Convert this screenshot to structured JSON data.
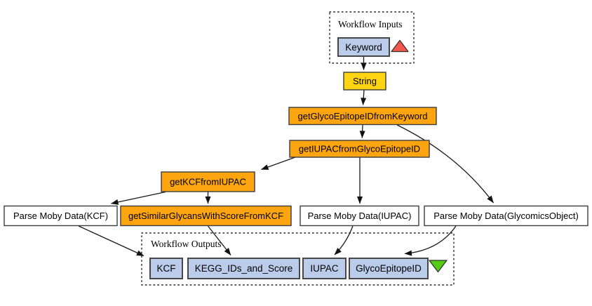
{
  "diagram": {
    "inputs_group": {
      "label": "Workflow Inputs"
    },
    "outputs_group": {
      "label": "Workflow Outputs"
    },
    "nodes": {
      "keyword": {
        "label": "Keyword"
      },
      "string": {
        "label": "String"
      },
      "get_glyco_epitope_id_from_keyword": {
        "label": "getGlycoEpitopeIDfromKeyword"
      },
      "get_iupac_from_glyco_epitope_id": {
        "label": "getIUPACfromGlycoEpitopeID"
      },
      "get_kcf_from_iupac": {
        "label": "getKCFfromIUPAC"
      },
      "parse_moby_data_kcf": {
        "label": "Parse Moby Data(KCF)"
      },
      "get_similar_glycans_with_score_from_kcf": {
        "label": "getSimilarGlycansWithScoreFromKCF"
      },
      "parse_moby_data_iupac": {
        "label": "Parse Moby Data(IUPAC)"
      },
      "parse_moby_data_glycomics_object": {
        "label": "Parse Moby Data(GlycomicsObject)"
      },
      "kcf_output": {
        "label": "KCF"
      },
      "kegg_ids_and_score_output": {
        "label": "KEGG_IDs_and_Score"
      },
      "iupac_output": {
        "label": "IUPAC"
      },
      "glyco_epitope_id_output": {
        "label": "GlycoEpitopeID"
      }
    },
    "edges": [
      {
        "from": "Keyword",
        "to": "String"
      },
      {
        "from": "String",
        "to": "getGlycoEpitopeIDfromKeyword"
      },
      {
        "from": "getGlycoEpitopeIDfromKeyword",
        "to": "getIUPACfromGlycoEpitopeID"
      },
      {
        "from": "getGlycoEpitopeIDfromKeyword",
        "to": "Parse Moby Data(GlycomicsObject)"
      },
      {
        "from": "getIUPACfromGlycoEpitopeID",
        "to": "getKCFfromIUPAC"
      },
      {
        "from": "getIUPACfromGlycoEpitopeID",
        "to": "Parse Moby Data(IUPAC)"
      },
      {
        "from": "getKCFfromIUPAC",
        "to": "Parse Moby Data(KCF)"
      },
      {
        "from": "getKCFfromIUPAC",
        "to": "getSimilarGlycansWithScoreFromKCF"
      },
      {
        "from": "Parse Moby Data(KCF)",
        "to": "KCF"
      },
      {
        "from": "getSimilarGlycansWithScoreFromKCF",
        "to": "KEGG_IDs_and_Score"
      },
      {
        "from": "Parse Moby Data(IUPAC)",
        "to": "IUPAC"
      },
      {
        "from": "Parse Moby Data(GlycomicsObject)",
        "to": "GlycoEpitopeID"
      }
    ],
    "colors": {
      "service_fill": "#FCA510",
      "constant_fill": "#FFD513",
      "parser_fill": "#FFFFFF",
      "port_fill": "#BACCE9",
      "input_marker_fill": "#F4574D",
      "output_marker_fill": "#54CC12"
    }
  }
}
